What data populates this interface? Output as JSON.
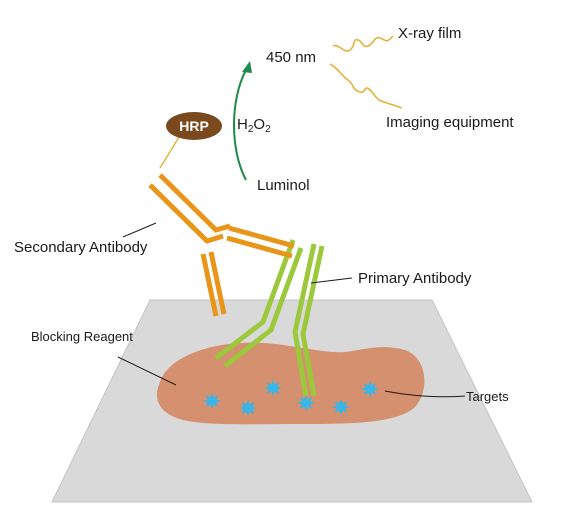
{
  "diagram": {
    "labels": {
      "xray_film": "X-ray film",
      "wavelength": "450 nm",
      "imaging_equipment": "Imaging equipment",
      "hrp": "HRP",
      "h2o2_main": "H",
      "h2o2_sub": "2",
      "h2o2_main2": "O",
      "h2o2_sub2": "2",
      "luminol": "Luminol",
      "secondary_antibody": "Secondary Antibody",
      "primary_antibody": "Primary Antibody",
      "blocking_reagent": "Blocking Reagent",
      "targets": "Targets"
    },
    "colors": {
      "membrane": "#d9d9da",
      "membrane_edge": "#c4c4c6",
      "blocking_reagent": "#d4906f",
      "target": "#38b6e8",
      "primary_antibody": "#9bc93b",
      "secondary_antibody": "#e8951a",
      "hrp": "#7a4a1e",
      "arrow": "#1f8a4a",
      "light_wave": "#e2b23a",
      "leader_line": "#1a1a1a"
    },
    "icons": [
      "target-icon",
      "arrow-icon",
      "light-wave-icon"
    ]
  }
}
